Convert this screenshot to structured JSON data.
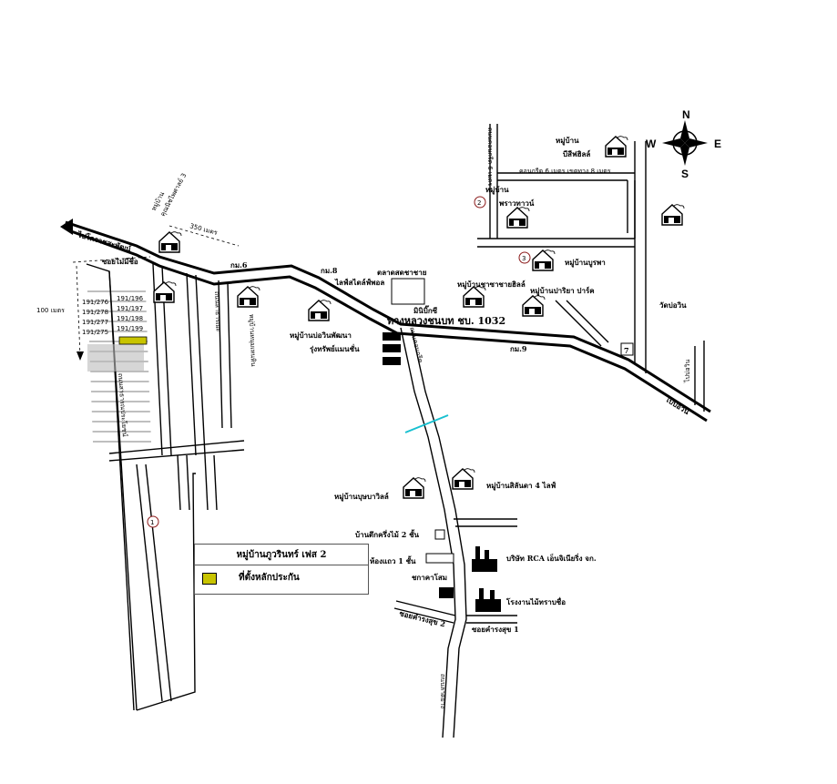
{
  "compass": {
    "n": "N",
    "s": "S",
    "e": "E",
    "w": "W"
  },
  "legend": {
    "project": "หมู่บ้านภูวรินทร์ เฟส 2",
    "marker": "ที่ตั้งหลักประกัน",
    "marker_color": "#c8c400"
  },
  "roads": {
    "to_korat": "ไปโคราชสะพัฒน์",
    "highway": "ทางหลวงชนบท ชบ. 1032",
    "to_bowin": "ไปบ่อวิน",
    "km6": "กม.6",
    "km8": "กม.8",
    "km9": "กม.9",
    "soi_rungsuk2": "ซอยคำรงสุข 2",
    "soi_rungsuk1": "ซอยคำรงสุข 1",
    "soi_top": "ซอยไม่มีชื่อ",
    "road_6m": "คอนกรีต 6 เมตร เขตทาง 8 เมตร",
    "left_vertical": "ถนนคอนกรีต 6 เมตร",
    "right_vertical": "ถนนลาดยาง",
    "center_vertical": "ถนนคอนกรีต",
    "bottom_vertical": "ถนนลาดยาง",
    "vertical_a": "ถนนสาธารณะ",
    "vertical_b": "ถนนสาธารณประโยชน์",
    "to_bowin_right": "ไปบ่อวิน"
  },
  "distances": {
    "d350": "350 เมตร",
    "d100": "100 เมตร"
  },
  "places": {
    "bs_hill": [
      "หมู่บ้าน",
      "บีสีฟฮิลล์"
    ],
    "prao_town": [
      "หมู่บ้าน",
      "พราวทาวน์"
    ],
    "buraphat": "หมู่บ้านบูรพา",
    "hua_hin": "หมู่บ้านชาซาชายฮิลล์",
    "pariya": "หมู่บ้านปาริยา ปาร์ค",
    "market": "ตลาดสดชาชาย",
    "sale_plot": "ไลฟ์สไตล์ฟ์พอล",
    "minimart": "มินิบิ๊กซี",
    "bowin_pattana": "หมู่บ้านบ่อวินพัฒนา",
    "townhome": "รุ่งทรัพย์แมนชั่น",
    "village_top": [
      "หมู่บ้าน",
      "คุณนิชไพศาลย์ 3"
    ],
    "village_vert": "หมู่บ้านหนุมเหนหิน",
    "wat_bowin": "วัดบ่อวิน",
    "bunya": "หมู่บ้านบุษบาวิลล์",
    "siriluck": "หมู่บ้านสิลันดา 4 ไลฟ์",
    "house2": "บ้านตึกครึ่งไม้ 2 ชั้น",
    "room1": "ห้องแถว 1 ชั้น",
    "kakao": "ชกาคาโสม",
    "rca": "บริษัท RCA เอ็นจิเนียริ่ง จก.",
    "factory": "โรงงานไม้ทราบชื่อ"
  },
  "circled": {
    "one": "1",
    "two": "2",
    "three": "3"
  },
  "plots": {
    "left": [
      "191/276",
      "191/278",
      "191/277",
      "191/275"
    ],
    "right": [
      "191/196",
      "191/197",
      "191/198",
      "191/199"
    ]
  }
}
